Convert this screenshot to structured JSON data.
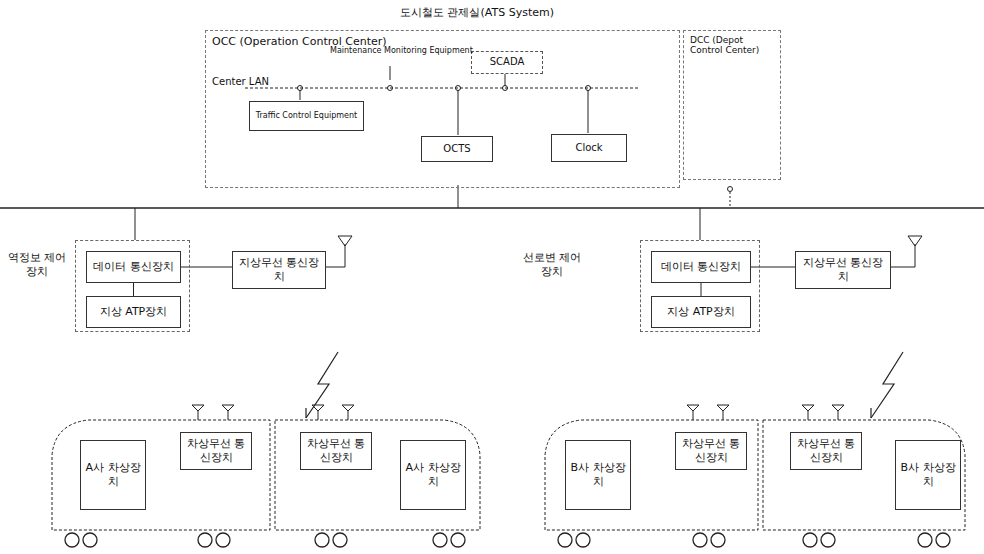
{
  "diagram": {
    "title": "도시철도 관제실(ATS System)",
    "nodes": [
      {
        "text": [
          "OCC (Operation Control Center)"
        ]
      },
      {
        "text": [
          "Traffic Control Equipment"
        ],
        "in": 0
      },
      {
        "text": [
          "SCADA"
        ],
        "in": 0
      },
      {
        "text": [
          "OCTS"
        ],
        "in": 0
      },
      {
        "text": [
          "Clock"
        ],
        "in": 0
      },
      {
        "text": [
          "DCC (Depot Control Center)"
        ]
      },
      {
        "text": [
          "역정보 제어장치"
        ]
      },
      {
        "text": [
          "데이터 통신장치"
        ],
        "in": 6
      },
      {
        "text": [
          "지상 ATP장치"
        ],
        "in": 6
      },
      {
        "text": [
          "지상무선 통신장치"
        ]
      },
      {
        "text": [
          "선로변 제어장치"
        ]
      },
      {
        "text": [
          "데이터 통신장치"
        ],
        "in": 10
      },
      {
        "text": [
          "지상 ATP장치"
        ],
        "in": 10
      },
      {
        "text": [
          "지상무선 통신장치"
        ]
      },
      {
        "text": [
          "A사 차상장치"
        ]
      },
      {
        "text": [
          "차상무선 통신장치"
        ]
      },
      {
        "text": [
          "차상무선 통신장치"
        ]
      },
      {
        "text": [
          "A사 차상장치"
        ]
      },
      {
        "text": [
          "B사 차상장치"
        ]
      },
      {
        "text": [
          "차상무선 통신장치"
        ]
      },
      {
        "text": [
          "차상무선 통신장치"
        ]
      },
      {
        "text": [
          "B사 차상장치"
        ]
      }
    ],
    "edges": [
      {
        "from": 7,
        "to": 9,
        "arrow": "none"
      },
      {
        "from": 7,
        "to": 8,
        "arrow": "none"
      },
      {
        "from": 11,
        "to": 13,
        "arrow": "none"
      },
      {
        "from": 11,
        "to": 12,
        "arrow": "none"
      }
    ],
    "labels": [
      "Center LAN",
      "Maintenance Monitoring Equipment"
    ]
  }
}
